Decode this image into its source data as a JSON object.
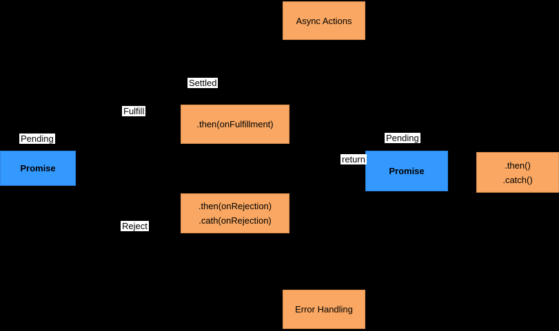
{
  "diagram": {
    "background_color": "#000000",
    "colors": {
      "action_box": "#F9A762",
      "promise_box": "#3399FF",
      "edge_label_bg": "#FFFFFF",
      "text": "#000000"
    },
    "nodes": {
      "async_actions": {
        "label": "Async Actions"
      },
      "promise_left": {
        "label": "Promise"
      },
      "then_fulfillment": {
        "label": ".then(onFulfillment)"
      },
      "then_rejection": {
        "line1": ".then(onRejection)",
        "line2": ".cath(onRejection)"
      },
      "promise_right": {
        "label": "Promise"
      },
      "then_catch": {
        "line1": ".then()",
        "line2": ".catch()"
      },
      "error_handling": {
        "label": "Error Handling"
      }
    },
    "edge_labels": {
      "pending_left": "Pending",
      "fulfill": "Fulfill",
      "settled": "Settled",
      "reject": "Reject",
      "return_label": "return",
      "pending_right": "Pending"
    }
  }
}
